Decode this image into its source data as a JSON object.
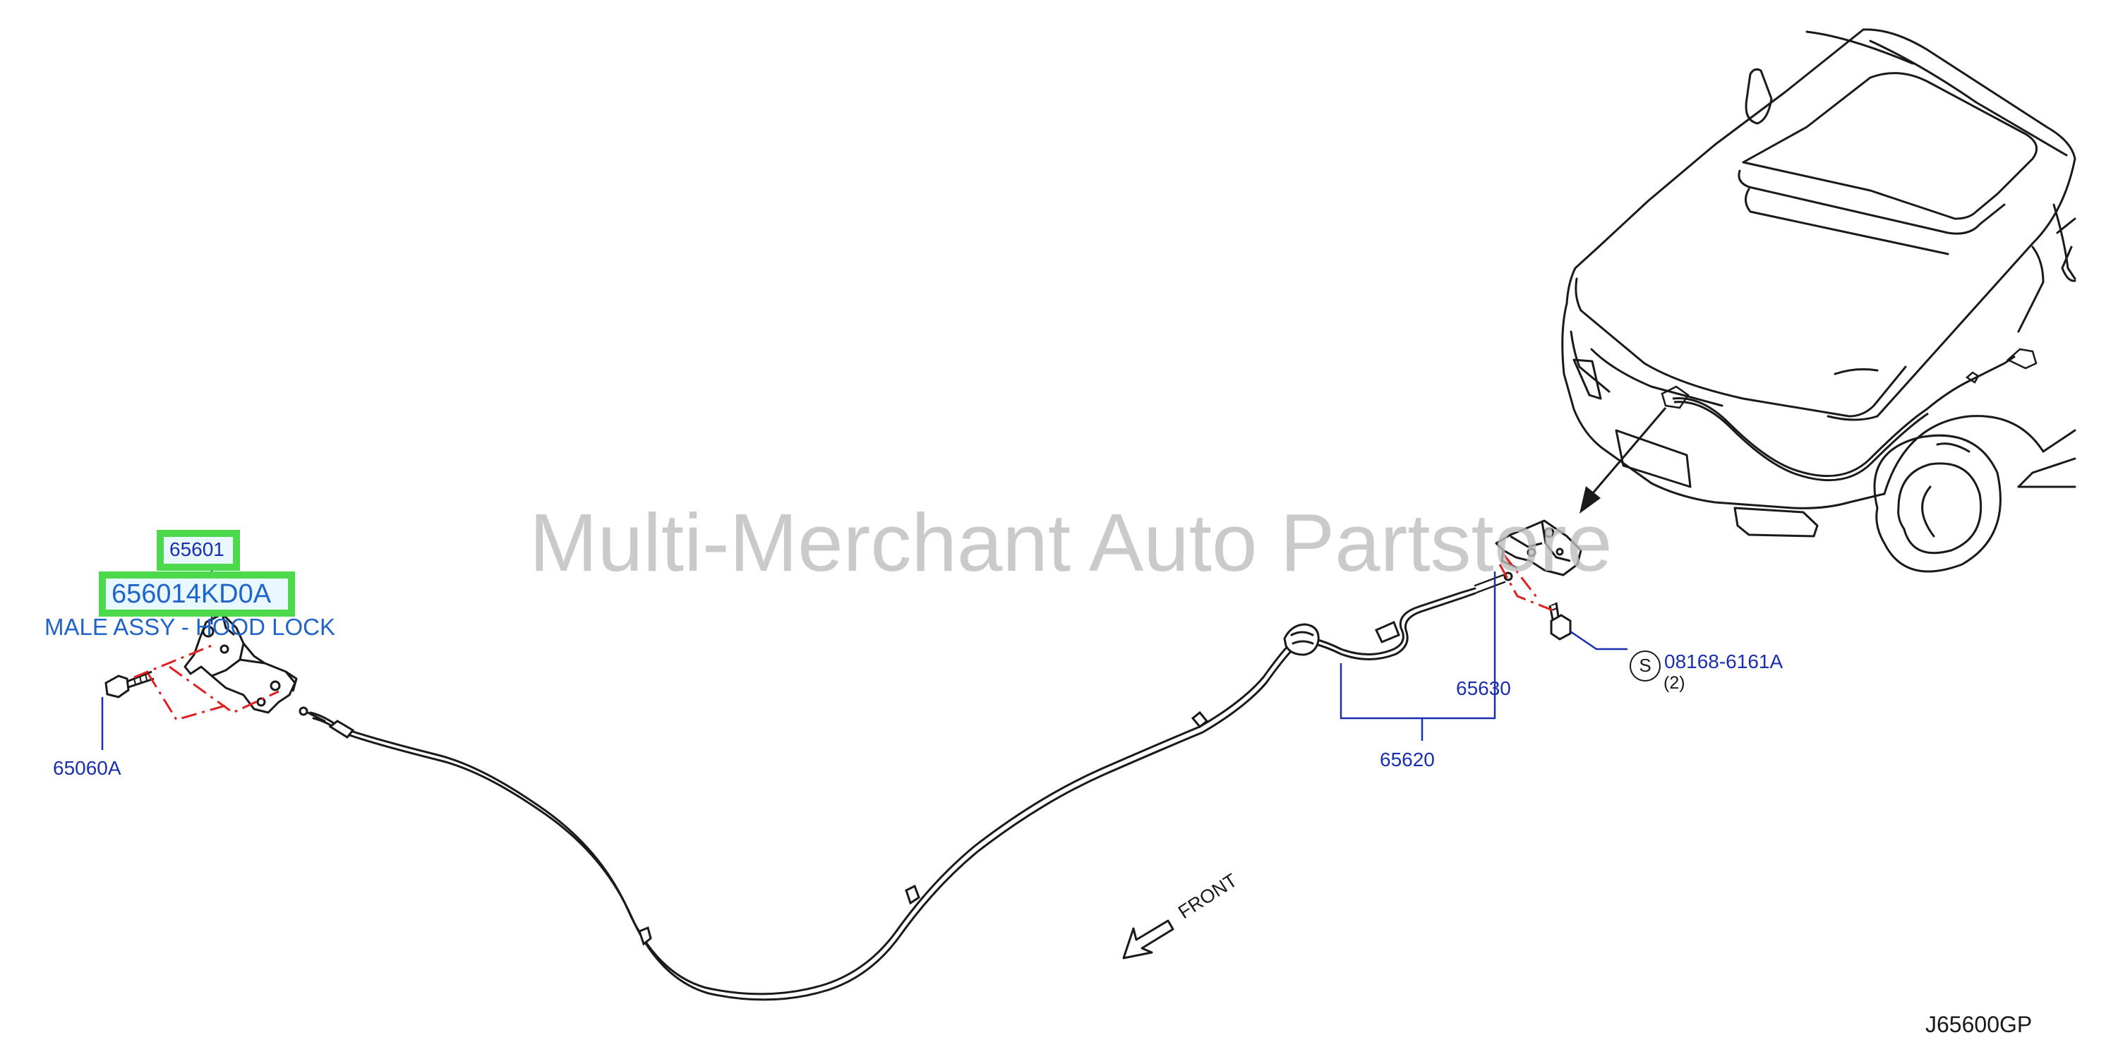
{
  "watermark": "Multi-Merchant Auto Partstore",
  "callouts": {
    "part_65601": "65601",
    "part_number": "656014KD0A",
    "part_description": "MALE ASSY - HOOD LOCK",
    "part_65060A": "65060A",
    "part_65630": "65630",
    "part_65620": "65620",
    "part_08168": "08168-6161A",
    "qty_08168": "(2)",
    "symbol_s": "S",
    "front_label": "FRONT",
    "diagram_code": "J65600GP"
  },
  "colors": {
    "line": "#1a1a1a",
    "leader": "#1a2fb0",
    "hidden_line": "#e02020",
    "highlight": "#4cd94c",
    "watermark": "#bdbdbd"
  }
}
